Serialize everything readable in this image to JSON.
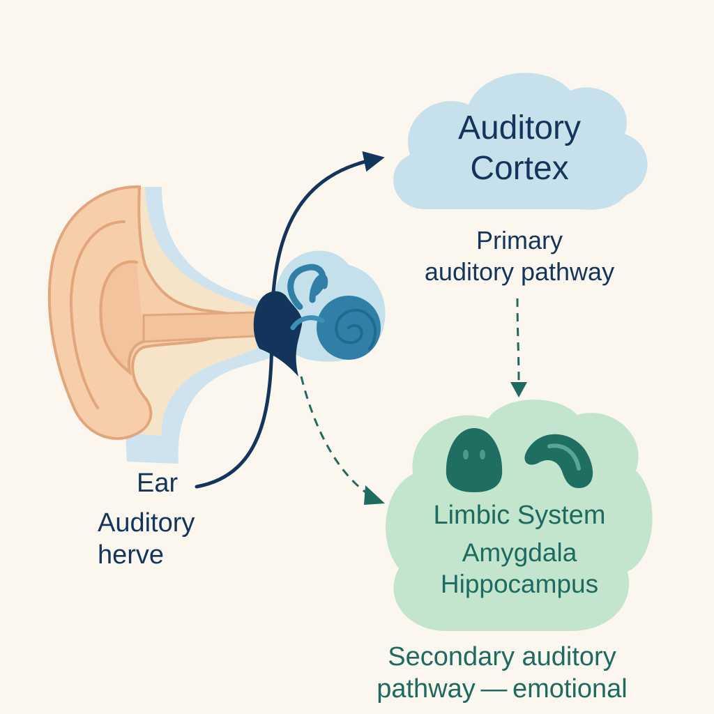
{
  "diagram": {
    "cortex": {
      "title_line1": "Auditory",
      "title_line2": "Cortex"
    },
    "primary_pathway": {
      "line1": "Primary",
      "line2": "auditory pathway"
    },
    "limbic": {
      "title": "Limbic System",
      "part1": "Amygdala",
      "part2": "Hippocampus"
    },
    "secondary_pathway": {
      "line1": "Secondary auditory",
      "line2": "pathway — emotional"
    },
    "ear_label": "Ear",
    "nerve_label": {
      "line1": "Auditory",
      "line2": "herve"
    }
  },
  "colors": {
    "background": "#fbf7ee",
    "navy": "#13355b",
    "teal": "#1d6a60",
    "cortex_cloud": "#c7e1ec",
    "limbic_cloud": "#c3e4cd",
    "ear_skin": "#f6cfaa",
    "ear_outline": "#e2a67c",
    "canal_blue": "#cfe3ef",
    "inner_ear": "#2f7fa6"
  }
}
